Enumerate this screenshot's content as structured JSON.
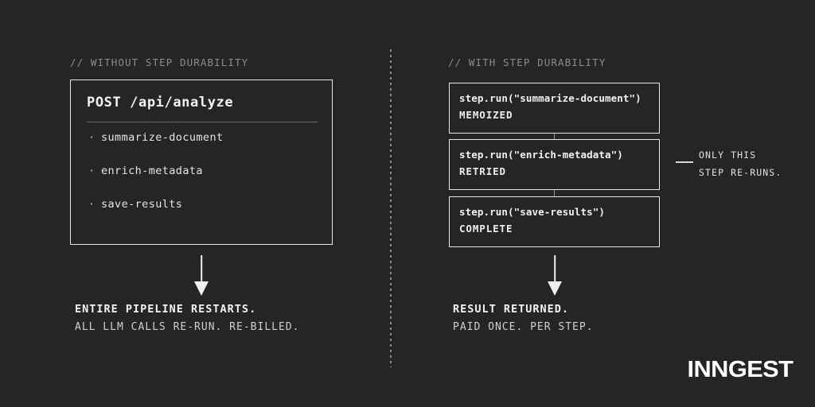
{
  "theme": {
    "background": "#252525",
    "foreground": "#f2f2f2",
    "muted": "#8c8c8c",
    "border": "#e8e8e8",
    "rule": "#6a6a6a"
  },
  "left_panel": {
    "header": "// WITHOUT STEP DURABILITY",
    "box": {
      "title": "POST /api/analyze",
      "items": [
        {
          "bullet": "·",
          "label": "summarize-document"
        },
        {
          "bullet": "·",
          "label": "enrich-metadata"
        },
        {
          "bullet": "·",
          "label": "save-results"
        }
      ]
    },
    "outcome": {
      "headline": "ENTIRE PIPELINE RESTARTS.",
      "subline": "ALL LLM CALLS RE-RUN. RE-BILLED."
    }
  },
  "right_panel": {
    "header": "// WITH STEP DURABILITY",
    "steps": [
      {
        "call": "step.run(\"summarize-document\")",
        "status": "MEMOIZED"
      },
      {
        "call": "step.run(\"enrich-metadata\")",
        "status": "RETRIED"
      },
      {
        "call": "step.run(\"save-results\")",
        "status": "COMPLETE"
      }
    ],
    "callout": {
      "line1": "ONLY THIS",
      "line2": "STEP RE-RUNS."
    },
    "outcome": {
      "headline": "RESULT RETURNED.",
      "subline": "PAID ONCE. PER STEP."
    }
  },
  "brand": {
    "logo_text": "INNGEST"
  }
}
